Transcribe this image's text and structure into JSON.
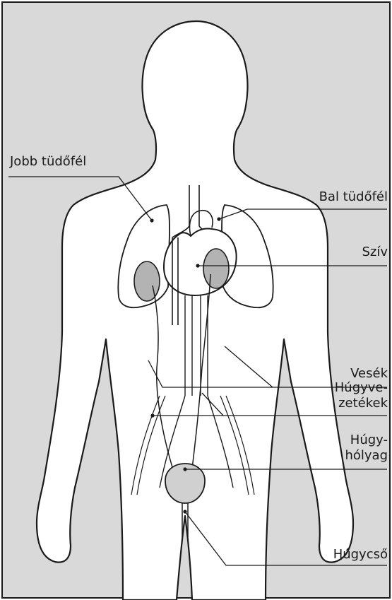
{
  "labels": {
    "right_lung": "Jobb tüdőfél",
    "left_lung": "Bal tüdőfél",
    "heart": "Szív",
    "kidneys": "Vesék",
    "ureters_1": "Húgyve-",
    "ureters_2": "zetékek",
    "bladder_1": "Húgy-",
    "bladder_2": "hólyag",
    "urethra": "Húgycső"
  },
  "colors": {
    "background": "#d9d9d9",
    "body": "#ffffff",
    "outline": "#1a1a1a",
    "kidney_fill": "#b3b3b3",
    "bladder_fill": "#d0d0d0"
  }
}
